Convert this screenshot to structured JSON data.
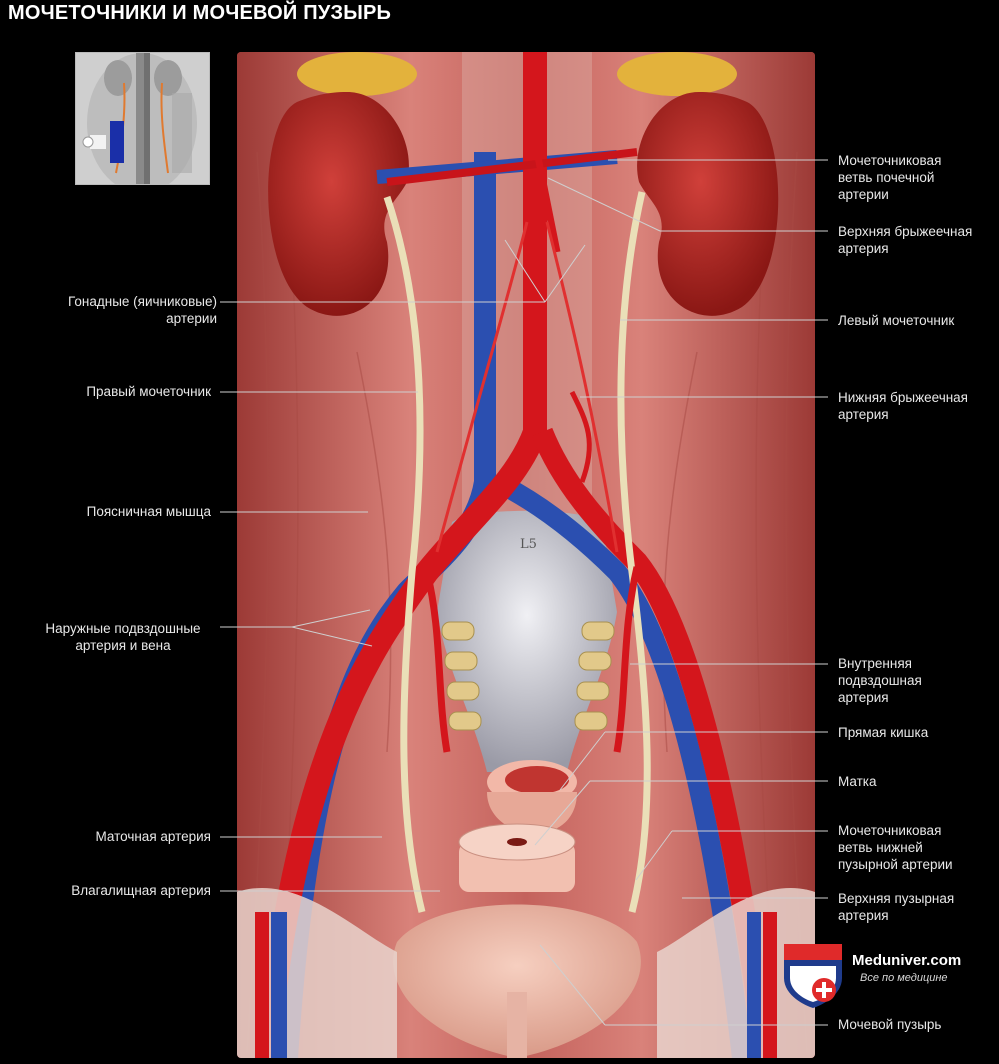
{
  "title": "МОЧЕТОЧНИКИ И МОЧЕВОЙ ПУЗЫРЬ",
  "vertebra_label": "L5",
  "labels_left": {
    "gonadal": [
      "Гонадные (яичниковые)",
      "артерии"
    ],
    "right_ureter": [
      "Правый мочеточник"
    ],
    "psoas": [
      "Поясничная мышца"
    ],
    "external_iliac": [
      "Наружные подвздошные",
      "артерия и вена"
    ],
    "uterine_artery": [
      "Маточная артерия"
    ],
    "vaginal_artery": [
      "Влагалищная артерия"
    ]
  },
  "labels_right": {
    "ureteric_branch_renal": [
      "Мочеточниковая",
      "ветвь почечной",
      "артерии"
    ],
    "superior_mesenteric": [
      "Верхняя брыжеечная",
      "артерия"
    ],
    "left_ureter": [
      "Левый мочеточник"
    ],
    "inferior_mesenteric": [
      "Нижняя брыжеечная",
      "артерия"
    ],
    "internal_iliac": [
      "Внутренняя",
      "подвздошная",
      "артерия"
    ],
    "rectum": [
      "Прямая кишка"
    ],
    "uterus": [
      "Матка"
    ],
    "ureteric_branch_vesical": [
      "Мочеточниковая",
      "ветвь нижней",
      "пузырной артерии"
    ],
    "superior_vesical": [
      "Верхняя пузырная",
      "артерия"
    ],
    "bladder": [
      "Мочевой пузырь"
    ]
  },
  "logo": {
    "name": "Meduniver.com",
    "tagline": "Все по медицине"
  },
  "colors": {
    "background": "#000000",
    "artery": "#d4161c",
    "vein": "#2b4fb0",
    "muscle": "#c2605a",
    "kidney": "#a8201e",
    "label": "#e8e8e8",
    "leader": "#cfcfcf"
  }
}
